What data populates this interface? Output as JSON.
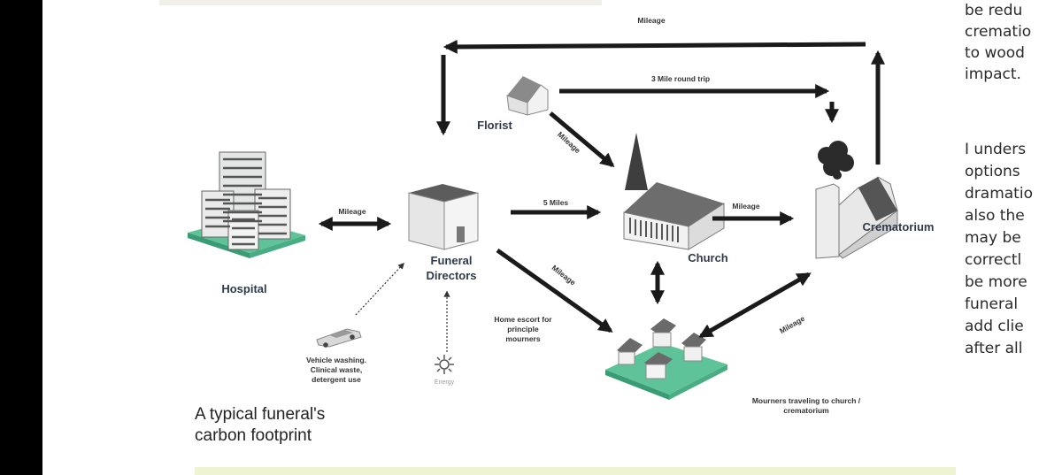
{
  "diagram": {
    "caption_line1": "A typical funeral's",
    "caption_line2": "carbon footprint",
    "places": {
      "hospital": "Hospital",
      "funeral_directors_1": "Funeral",
      "funeral_directors_2": "Directors",
      "florist": "Florist",
      "church": "Church",
      "crematorium": "Crematorium"
    },
    "edge_labels": {
      "top_loop": "Mileage",
      "florist_to_crematorium": "3 Mile round trip",
      "hospital_funeral": "Mileage",
      "funeral_to_church": "5 Miles",
      "church_to_crematorium": "Mileage",
      "florist_to_church": "Mileage",
      "funeral_to_mourners": "Mileage",
      "mourners_crematorium": "Mileage"
    },
    "notes": {
      "vehicle_1": "Vehicle washing.",
      "vehicle_2": "Clinical waste,",
      "vehicle_3": "detergent use",
      "escort_1": "Home escort for",
      "escort_2": "principle",
      "escort_3": "mourners",
      "energy": "Energy",
      "mourners_1": "Mourners traveling to church /",
      "mourners_2": "crematorium"
    }
  },
  "side_text": {
    "lines": [
      "be  redu",
      "crematio",
      "to wood",
      "impact.",
      "I  unders",
      "options",
      "dramatio",
      "also the",
      "may be",
      "correctl",
      "be more",
      "funeral",
      "add clie",
      "after all"
    ]
  }
}
